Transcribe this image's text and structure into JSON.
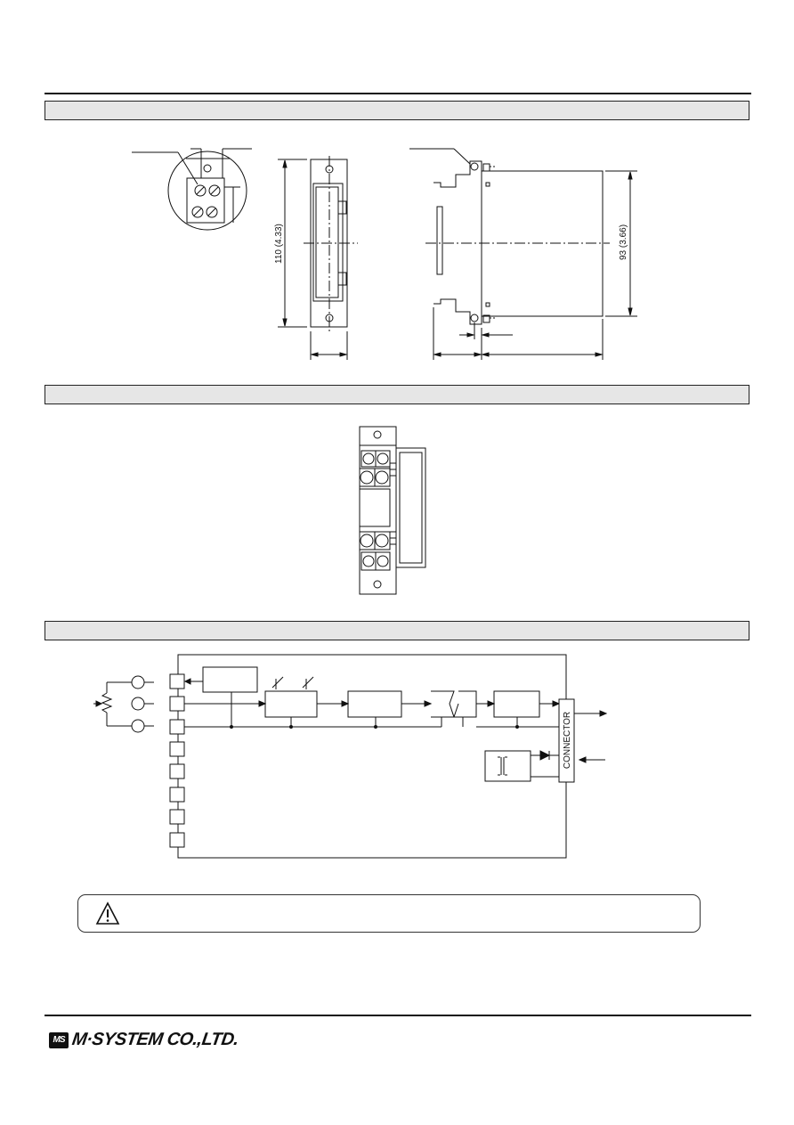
{
  "dimensions": {
    "height_label": "110 (4.33)",
    "depth_label": "93 (3.66)"
  },
  "block_diagram": {
    "connector_label": "CONNECTOR"
  },
  "footer": {
    "logo_mark": "MS",
    "company_name": "M·SYSTEM CO.,LTD."
  },
  "icons": {
    "warning": "warning-triangle-icon"
  }
}
